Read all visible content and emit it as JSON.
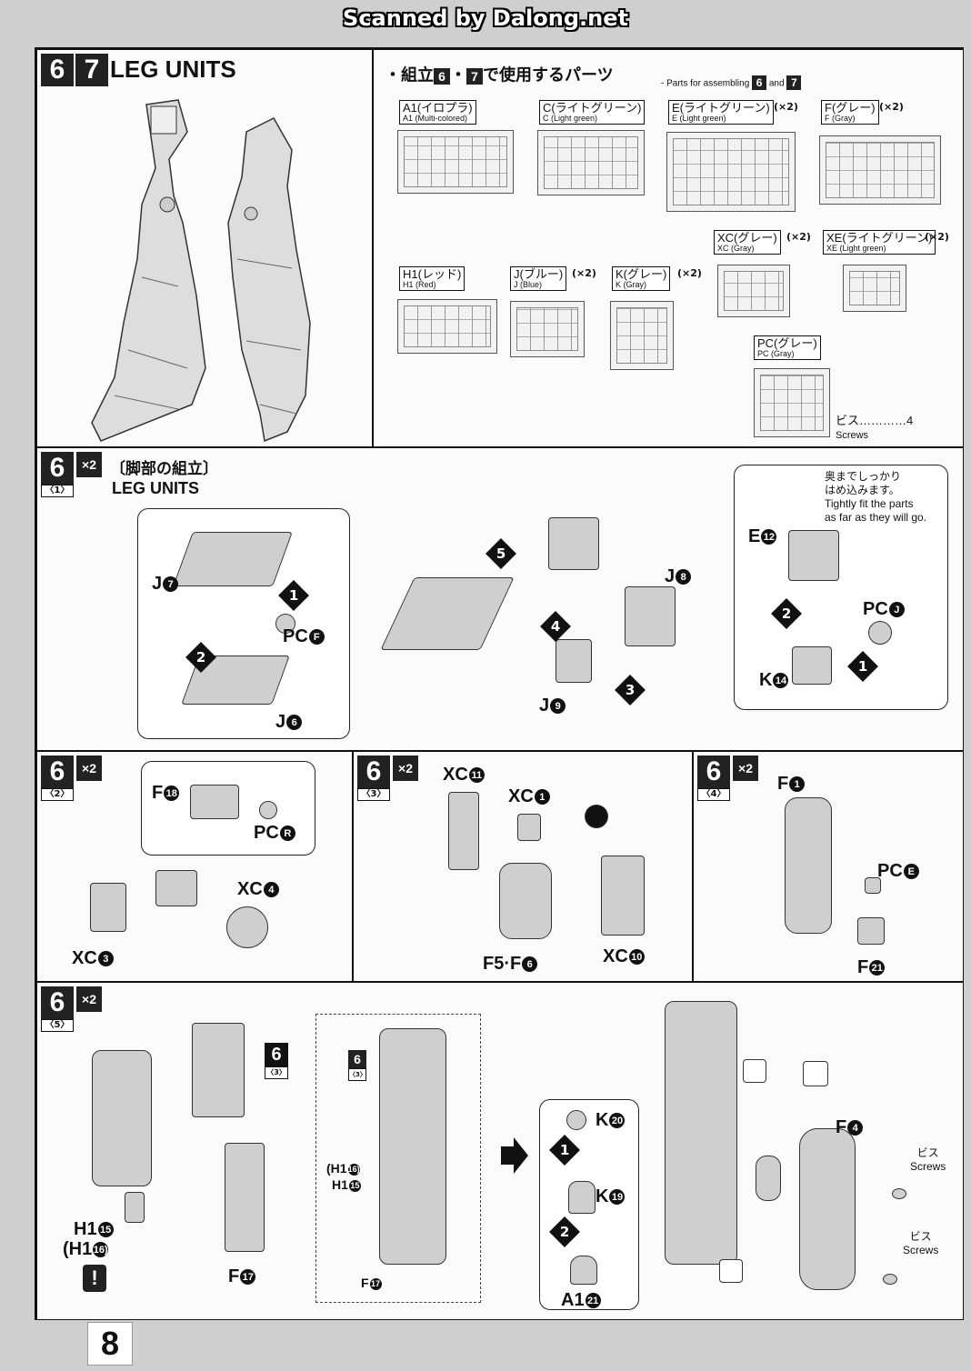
{
  "watermark": "Scanned by Dalong.net",
  "page_number": "8",
  "header": {
    "step_a": "6",
    "step_b": "7",
    "title": "LEG UNITS",
    "parts_title_jp_prefix": "・組立",
    "parts_title_jp_sep": "・",
    "parts_title_jp_suffix": "で使用するパーツ",
    "parts_title_en_prefix": "- Parts for assembling",
    "parts_title_en_and": "and"
  },
  "runners": [
    {
      "jp": "A1(イロプラ)",
      "en": "A1 (Multi-colored)",
      "qty": ""
    },
    {
      "jp": "C(ライトグリーン)",
      "en": "C (Light green)",
      "qty": ""
    },
    {
      "jp": "E(ライトグリーン)",
      "en": "E (Light green)",
      "qty": "(×2)"
    },
    {
      "jp": "F(グレー)",
      "en": "F (Gray)",
      "qty": "(×2)"
    },
    {
      "jp": "XC(グレー)",
      "en": "XC (Gray)",
      "qty": "(×2)"
    },
    {
      "jp": "XE(ライトグリーン)",
      "en": "XE (Light green)",
      "qty": "(×2)"
    },
    {
      "jp": "H1(レッド)",
      "en": "H1 (Red)",
      "qty": ""
    },
    {
      "jp": "J(ブルー)",
      "en": "J (Blue)",
      "qty": "(×2)"
    },
    {
      "jp": "K(グレー)",
      "en": "K (Gray)",
      "qty": "(×2)"
    },
    {
      "jp": "PC(グレー)",
      "en": "PC (Gray)",
      "qty": ""
    }
  ],
  "screws": {
    "jp": "ビス",
    "dots": "…………",
    "count": "4",
    "en": "Screws"
  },
  "step1": {
    "num": "6",
    "sub": "〈1〉",
    "mult": "×2",
    "title_jp": "〔脚部の組立〕",
    "title_en": "LEG UNITS",
    "labels": [
      "J",
      "PC",
      "J",
      "J",
      "J",
      "E",
      "PC",
      "K"
    ],
    "nums": [
      "7",
      "F",
      "6",
      "9",
      "8",
      "12",
      "J",
      "14"
    ],
    "order": [
      "1",
      "2",
      "3",
      "4",
      "5",
      "1",
      "2"
    ],
    "note_jp1": "奥までしっかり",
    "note_jp2": "はめ込みます。",
    "note_en1": "Tightly fit the parts",
    "note_en2": "as far as they will go."
  },
  "step2": {
    "num": "6",
    "sub": "〈2〉",
    "mult": "×2",
    "labels": [
      "F",
      "PC",
      "XC",
      "XC"
    ],
    "nums": [
      "18",
      "R",
      "4",
      "3"
    ]
  },
  "step3": {
    "num": "6",
    "sub": "〈3〉",
    "mult": "×2",
    "labels": [
      "XC",
      "XC",
      "F5·F",
      "XC"
    ],
    "nums": [
      "11",
      "1",
      "6",
      "10"
    ]
  },
  "step4": {
    "num": "6",
    "sub": "〈4〉",
    "mult": "×2",
    "labels": [
      "F",
      "PC",
      "F"
    ],
    "nums": [
      "1",
      "E",
      "21"
    ]
  },
  "step5": {
    "num": "6",
    "sub": "〈5〉",
    "mult": "×2",
    "labels": [
      "H1",
      "(H1",
      "F",
      "H1",
      "(H1",
      "F",
      "K",
      "K",
      "A1",
      "F"
    ],
    "nums": [
      "15",
      "16)",
      "17",
      "15",
      "16)",
      "17",
      "20",
      "19",
      "21",
      "4"
    ],
    "ref_num": "6",
    "ref_sub": "〈3〉",
    "order": [
      "1",
      "2"
    ],
    "screw_jp": "ビス",
    "screw_en": "Screws",
    "warn": "!"
  }
}
